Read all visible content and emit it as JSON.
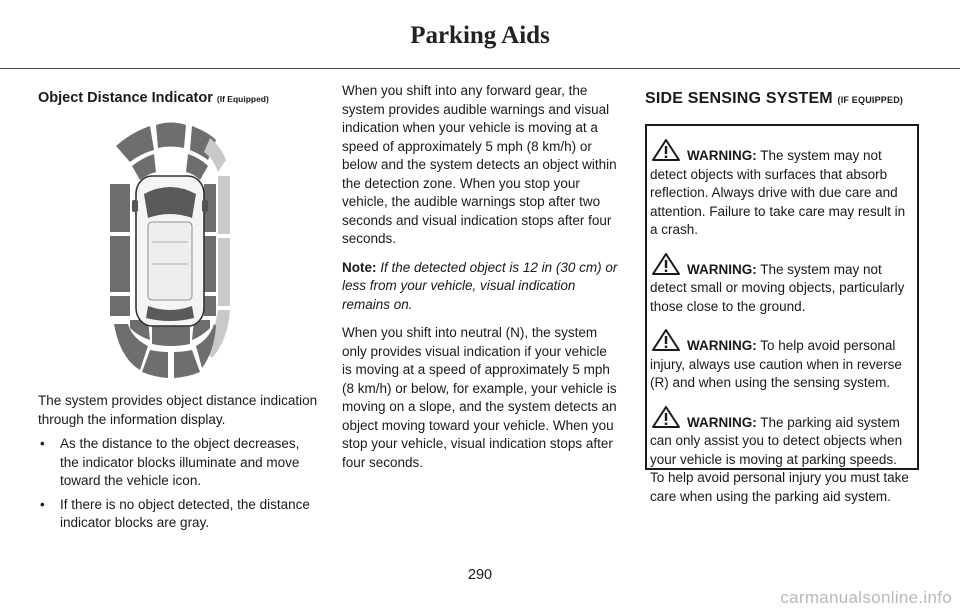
{
  "header": {
    "title": "Parking Aids"
  },
  "left": {
    "heading": "Object Distance Indicator",
    "heading_suffix": "(If Equipped)",
    "intro": "The system provides object distance indication through the information display.",
    "bullets": [
      "As the distance to the object decreases, the indicator blocks illuminate and move toward the vehicle icon.",
      "If there is no object detected, the distance indicator blocks are gray."
    ],
    "bullet_glyph": "•",
    "illustration": {
      "active_color": "#6e6e6e",
      "inactive_color": "#c9c9c9",
      "car_icon": "vehicle-top-view-icon"
    }
  },
  "middle": {
    "para1": "When you shift into any forward gear, the system provides audible warnings and visual indication when your vehicle is moving at a speed of approximately 5 mph (8 km/h) or below and the system detects an object within the detection zone. When you stop your vehicle, the audible warnings stop after two seconds and visual indication stops after four seconds.",
    "note_label": "Note:",
    "note_text": "If the detected object is 12 in (30 cm) or less from your vehicle, visual indication remains on.",
    "para2": "When you shift into neutral (N), the system only provides visual indication if your vehicle is moving at a speed of approximately 5 mph (8 km/h) or below, for example, your vehicle is moving on a slope, and the system detects an object moving toward your vehicle. When you stop your vehicle, visual indication stops after four seconds."
  },
  "right": {
    "heading": "SIDE SENSING SYSTEM",
    "heading_suffix": "(IF EQUIPPED)",
    "warnings": [
      {
        "label": "WARNING:",
        "text": "The system may not detect objects with surfaces that absorb reflection. Always drive with due care and attention. Failure to take care may result in a crash."
      },
      {
        "label": "WARNING:",
        "text": "The system may not detect small or moving objects, particularly those close to the ground."
      },
      {
        "label": "WARNING:",
        "text": "To help avoid personal injury, always use caution when in reverse (R) and when using the sensing system."
      },
      {
        "label": "WARNING:",
        "text": "The parking aid system can only assist you to detect objects when your vehicle is moving at parking speeds. To help avoid personal injury you must take care when using the parking aid system."
      }
    ],
    "warning_icon": "warning-triangle-icon"
  },
  "footer": {
    "page_number": "290"
  },
  "watermark": "carmanualsonline.info"
}
